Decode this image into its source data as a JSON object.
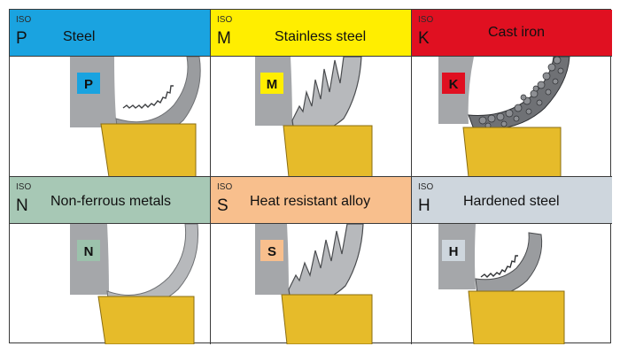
{
  "materials": [
    {
      "iso": "ISO",
      "code": "P",
      "name": "Steel",
      "color": "#1aa3e0",
      "badge_color": "#1aa3e0",
      "chip": "continuous-smooth"
    },
    {
      "iso": "ISO",
      "code": "M",
      "name": "Stainless steel",
      "color": "#ffee00",
      "badge_color": "#ffee00",
      "chip": "serrated-tall"
    },
    {
      "iso": "ISO",
      "code": "K",
      "name": "Cast iron",
      "color": "#e01021",
      "badge_color": "#e01021",
      "chip": "granular"
    },
    {
      "iso": "ISO",
      "code": "N",
      "name": "Non-ferrous metals",
      "color": "#a7c8b5",
      "badge_color": "#9cc2ac",
      "chip": "continuous-smooth"
    },
    {
      "iso": "ISO",
      "code": "S",
      "name": "Heat resistant alloy",
      "color": "#f8bf8d",
      "badge_color": "#f8bf8d",
      "chip": "serrated-tall"
    },
    {
      "iso": "ISO",
      "code": "H",
      "name": "Hardened steel",
      "color": "#ced6dd",
      "badge_color": "#ced6dd",
      "chip": "short-serrated"
    }
  ]
}
